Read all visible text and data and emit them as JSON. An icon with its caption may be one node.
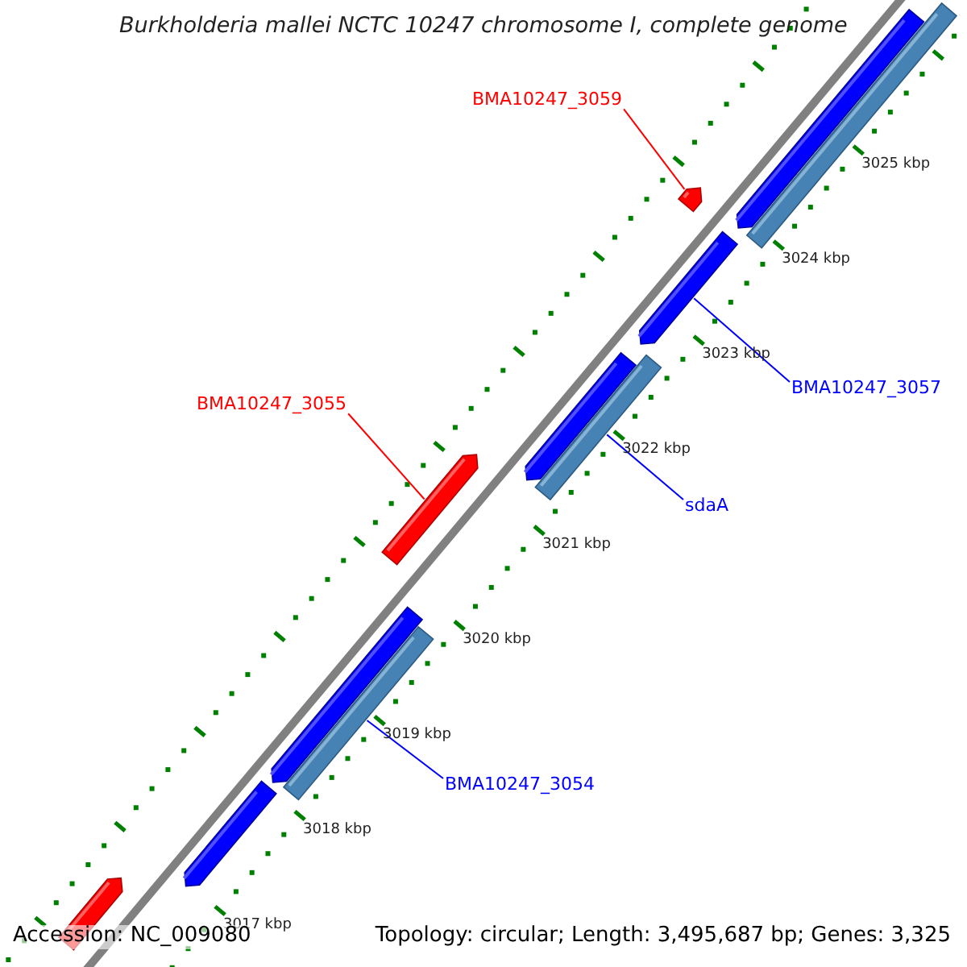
{
  "diagram": {
    "title": "Burkholderia mallei NCTC 10247 chromosome I, complete genome",
    "nodes": [
      {
        "text": [
          "BMA10247_3059"
        ]
      },
      {
        "text": [],
        "shape": "arrow"
      },
      {
        "text": [],
        "shape": "arrow"
      },
      {
        "text": [],
        "shape": "bar"
      },
      {
        "text": [],
        "shape": "arrow"
      },
      {
        "text": [
          "BMA10247_3057"
        ]
      },
      {
        "text": [],
        "shape": "arrow"
      },
      {
        "text": [],
        "shape": "bar"
      },
      {
        "text": [
          "BMA10247_3055"
        ]
      },
      {
        "text": [],
        "shape": "arrow"
      },
      {
        "text": [
          "sdaA"
        ]
      },
      {
        "text": [],
        "shape": "arrow"
      },
      {
        "text": [],
        "shape": "bar"
      },
      {
        "text": [
          "BMA10247_3054"
        ]
      },
      {
        "text": [],
        "shape": "arrow"
      },
      {
        "text": [],
        "shape": "arrow"
      }
    ],
    "edges": [
      {
        "from": 0,
        "to": 1,
        "arrow": "none",
        "color": "#ff0000"
      },
      {
        "from": 5,
        "to": 4,
        "arrow": "none"
      },
      {
        "from": 8,
        "to": 9,
        "arrow": "none",
        "color": "#ff0000"
      },
      {
        "from": 10,
        "to": 7,
        "arrow": "none"
      },
      {
        "from": 13,
        "to": 12,
        "arrow": "none"
      }
    ],
    "labels": [
      "3025 kbp",
      "3024 kbp",
      "3023 kbp",
      "3022 kbp",
      "3021 kbp",
      "3020 kbp",
      "3019 kbp",
      "3018 kbp",
      "3017 kbp",
      "Accession: NC_009080",
      "Topology: circular; Length: 3,495,687 bp; Genes: 3,325"
    ]
  }
}
